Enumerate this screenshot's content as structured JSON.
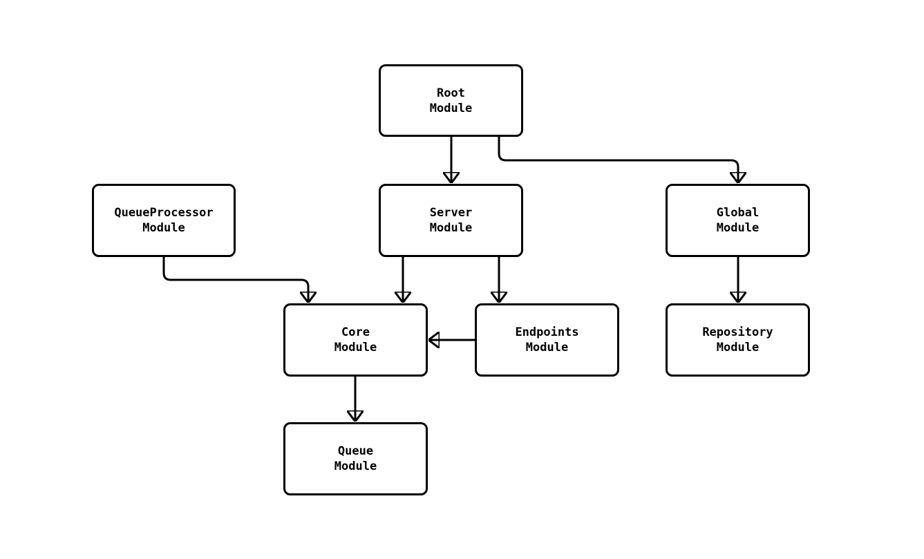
{
  "diagram": {
    "type": "module-dependency-flowchart",
    "background_color": "#ffffff",
    "node_fill_color": "#ffffff",
    "node_border_color": "#000000",
    "edge_color": "#000000",
    "text_color": "#000000",
    "nodes": [
      {
        "id": "root",
        "line1": "Root",
        "line2": "Module"
      },
      {
        "id": "queueprocessor",
        "line1": "QueueProcessor",
        "line2": "Module"
      },
      {
        "id": "server",
        "line1": "Server",
        "line2": "Module"
      },
      {
        "id": "global",
        "line1": "Global",
        "line2": "Module"
      },
      {
        "id": "core",
        "line1": "Core",
        "line2": "Module"
      },
      {
        "id": "endpoints",
        "line1": "Endpoints",
        "line2": "Module"
      },
      {
        "id": "repository",
        "line1": "Repository",
        "line2": "Module"
      },
      {
        "id": "queue",
        "line1": "Queue",
        "line2": "Module"
      }
    ],
    "edges": [
      {
        "from": "root",
        "to": "server",
        "direction": "down"
      },
      {
        "from": "root",
        "to": "global",
        "direction": "down-right-down"
      },
      {
        "from": "queueprocessor",
        "to": "core",
        "direction": "down-right-down"
      },
      {
        "from": "server",
        "to": "core",
        "direction": "down"
      },
      {
        "from": "server",
        "to": "endpoints",
        "direction": "down"
      },
      {
        "from": "endpoints",
        "to": "core",
        "direction": "left"
      },
      {
        "from": "global",
        "to": "repository",
        "direction": "down"
      },
      {
        "from": "core",
        "to": "queue",
        "direction": "down"
      }
    ]
  }
}
